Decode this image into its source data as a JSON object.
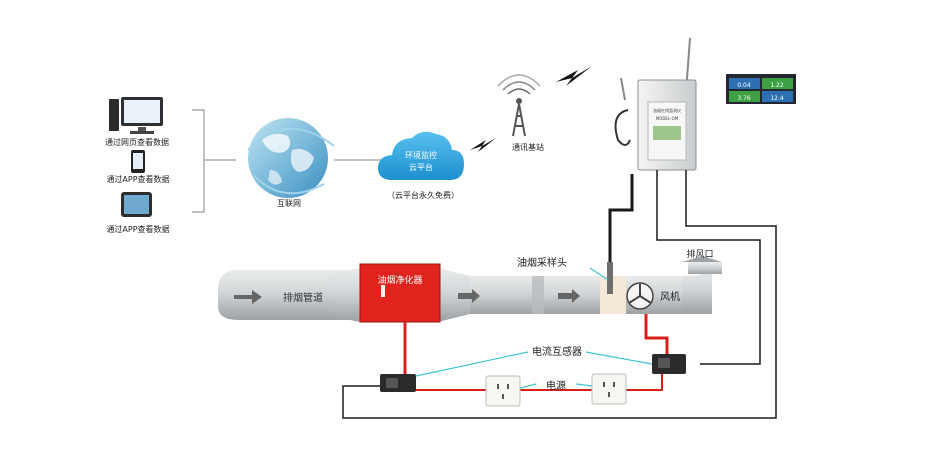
{
  "devices": {
    "web_label": "通过网页查看数据",
    "app_label_phone": "通过APP查看数据",
    "app_label_tablet": "通过APP查看数据"
  },
  "internet": {
    "label": "互联网"
  },
  "cloud": {
    "title_line1": "环境监控",
    "title_line2": "云平台",
    "caption": "（云平台永久免费）"
  },
  "tower": {
    "label": "通讯基站"
  },
  "monitor": {
    "box_title": "油烟在线监测仪",
    "box_model": "MODEL-OM",
    "screen_values": [
      "0.04",
      "1.22",
      "3.76",
      "12.4"
    ]
  },
  "duct": {
    "pipe_label": "排烟管道",
    "purifier_label": "油烟净化器",
    "probe_label": "油烟采样头",
    "fan_label": "风机",
    "exhaust_label": "排风口"
  },
  "power": {
    "ct_label": "电流互感器",
    "supply_label": "电源"
  },
  "colors": {
    "wire_red": "#d8201a",
    "wire_black": "#1a1a1a",
    "cyan_line": "#3fc6d0",
    "purifier_red": "#e0231c",
    "cloud_blue": "#2aa3df",
    "pipe_gray": "#c4c7c9"
  }
}
